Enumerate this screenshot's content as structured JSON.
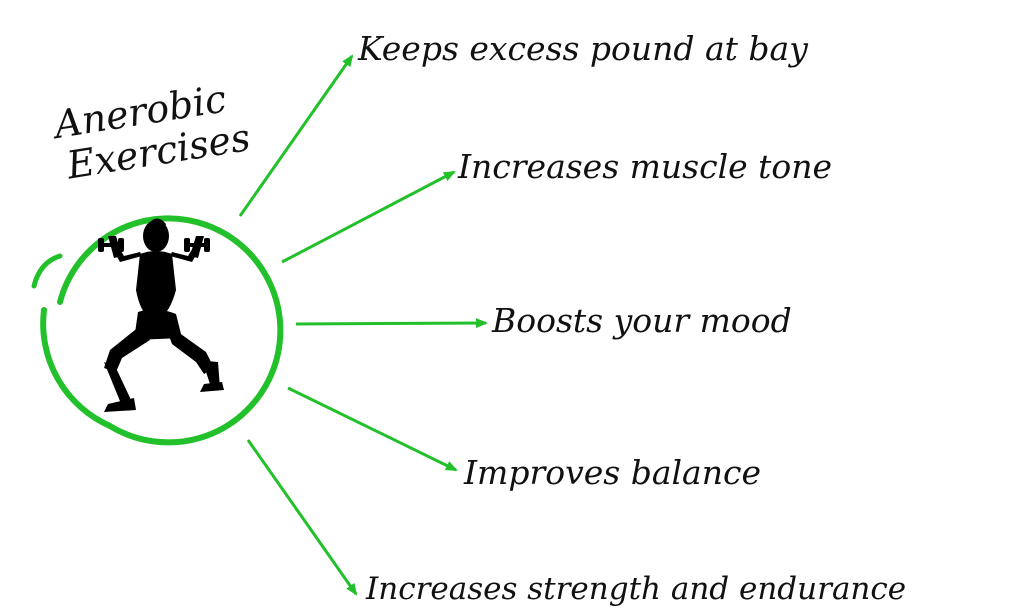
{
  "title": {
    "line1": "Anerobic",
    "line2": "Exercises"
  },
  "benefits": [
    "Keeps excess pound at bay",
    "Increases muscle tone",
    "Boosts your mood",
    "Improves balance",
    "Increases strength and endurance"
  ],
  "colors": {
    "accent": "#22c02a",
    "text": "#111111",
    "figure": "#000000",
    "background": "#ffffff"
  },
  "icons": {
    "figure": "woman-lunge-with-dumbbells-icon"
  }
}
